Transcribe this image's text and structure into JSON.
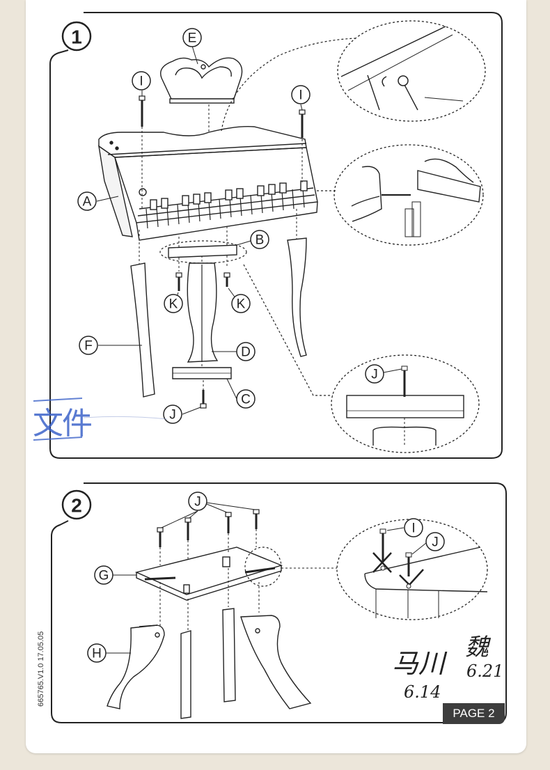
{
  "document": {
    "page_label": "PAGE 2",
    "version_code": "665765.V1.0 17.05.05",
    "stamp_text": "文件",
    "handwriting": {
      "note_left": "马川",
      "date_left": "6.14",
      "note_right": "魏",
      "date_right": "6.21"
    }
  },
  "step1": {
    "number": "1",
    "labels": {
      "A": "A",
      "B": "B",
      "C": "C",
      "D": "D",
      "E": "E",
      "F": "F",
      "I": "I",
      "J": "J",
      "K": "K"
    }
  },
  "step2": {
    "number": "2",
    "labels": {
      "G": "G",
      "H": "H",
      "I": "I",
      "J": "J"
    }
  },
  "colors": {
    "background": "#ece6da",
    "sheet": "#ffffff",
    "line": "#222222",
    "stamp": "#3d63c9",
    "badge": "#3d3d3d"
  }
}
